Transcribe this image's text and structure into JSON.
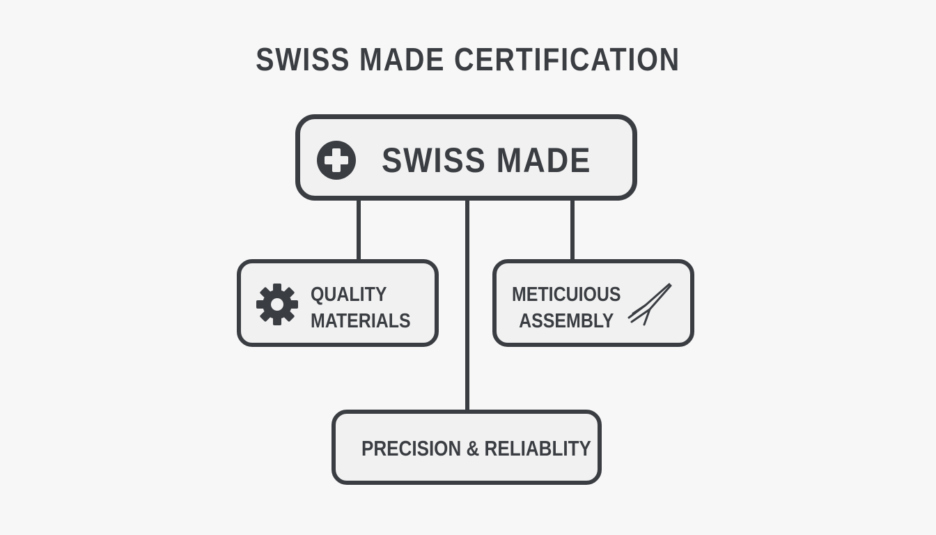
{
  "title": "SWISS MADE CERTIFICATION",
  "diagram": {
    "root": {
      "label": "SWISS MADE",
      "icon": "swiss-cross-icon"
    },
    "children": [
      {
        "id": "quality",
        "lines": [
          "QUALITY",
          "MATERIALS"
        ],
        "icon": "gear-icon"
      },
      {
        "id": "assembly",
        "lines": [
          "METICUIOUS",
          "ASSEMBLY"
        ],
        "icon": "tweezers-icon"
      },
      {
        "id": "precision",
        "label": "PRECISION & RELIABLITY"
      }
    ]
  },
  "colors": {
    "ink": "#3a3d42",
    "box_fill": "#f1f1f1",
    "background": "#f7f7f7"
  }
}
